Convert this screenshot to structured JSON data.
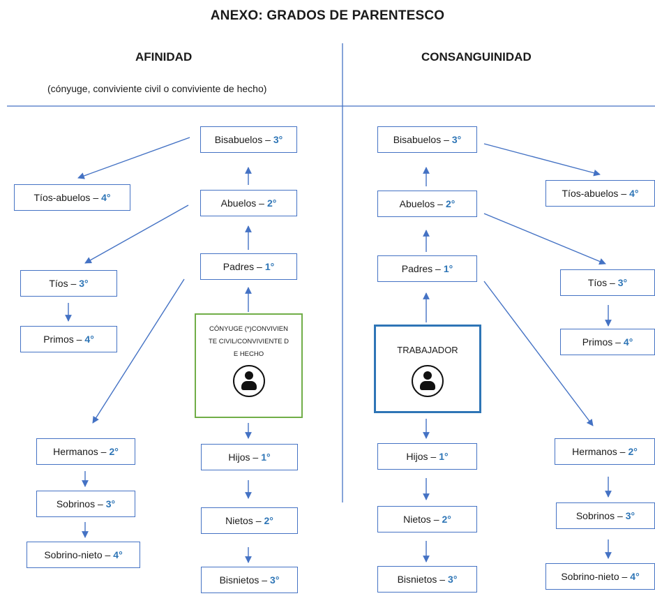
{
  "title": "ANEXO:  GRADOS DE PARENTESCO",
  "afinidad": {
    "heading": "AFINIDAD",
    "subheading": "(cónyuge, conviviente civil o conviviente de hecho)",
    "center_box_text": "CÓNYUGE (*)CONVIVIENTE CIVIL/CONVIVIENTE DE HECHO",
    "nodes": {
      "bisabuelos": {
        "label": "Bisabuelos –",
        "degree": "3°"
      },
      "abuelos": {
        "label": "Abuelos –",
        "degree": "2°"
      },
      "padres": {
        "label": "Padres –",
        "degree": "1°"
      },
      "hijos": {
        "label": "Hijos –",
        "degree": "1°"
      },
      "nietos": {
        "label": "Nietos –",
        "degree": "2°"
      },
      "bisnietos": {
        "label": "Bisnietos –",
        "degree": "3°"
      },
      "tios_abuelos": {
        "label": "Tíos-abuelos –",
        "degree": "4°"
      },
      "tios": {
        "label": "Tíos –",
        "degree": "3°"
      },
      "primos": {
        "label": "Primos –",
        "degree": "4°"
      },
      "hermanos": {
        "label": "Hermanos –",
        "degree": "2°"
      },
      "sobrinos": {
        "label": "Sobrinos –",
        "degree": "3°"
      },
      "sobrino_nieto": {
        "label": "Sobrino-nieto –",
        "degree": "4°"
      }
    }
  },
  "consanguinidad": {
    "heading": "CONSANGUINIDAD",
    "center_box_text": "TRABAJADOR",
    "nodes": {
      "bisabuelos": {
        "label": "Bisabuelos –",
        "degree": "3°"
      },
      "abuelos": {
        "label": "Abuelos –",
        "degree": "2°"
      },
      "padres": {
        "label": "Padres –",
        "degree": "1°"
      },
      "hijos": {
        "label": "Hijos –",
        "degree": "1°"
      },
      "nietos": {
        "label": "Nietos –",
        "degree": "2°"
      },
      "bisnietos": {
        "label": "Bisnietos –",
        "degree": "3°"
      },
      "tios_abuelos": {
        "label": "Tíos-abuelos –",
        "degree": "4°"
      },
      "tios": {
        "label": "Tíos –",
        "degree": "3°"
      },
      "primos": {
        "label": "Primos –",
        "degree": "4°"
      },
      "hermanos": {
        "label": "Hermanos –",
        "degree": "2°"
      },
      "sobrinos": {
        "label": "Sobrinos –",
        "degree": "3°"
      },
      "sobrino_nieto": {
        "label": "Sobrino-nieto –",
        "degree": "4°"
      }
    }
  },
  "colors": {
    "line": "#4472c4",
    "degree": "#2e75b6",
    "spouse_border": "#70ad47",
    "worker_border": "#2e75b6"
  }
}
